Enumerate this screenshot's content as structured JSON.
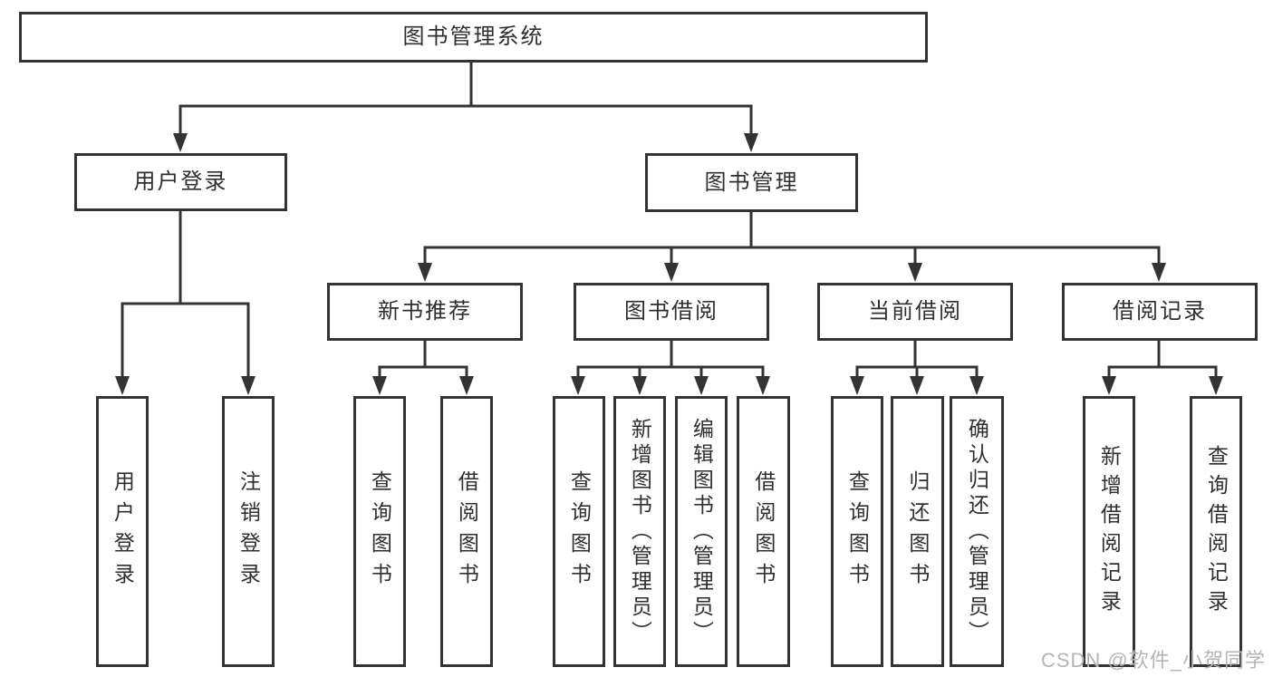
{
  "diagram": {
    "root": {
      "label": "图书管理系统"
    },
    "level1": [
      {
        "label": "用户登录"
      },
      {
        "label": "图书管理"
      }
    ],
    "level2": [
      {
        "label": "新书推荐"
      },
      {
        "label": "图书借阅"
      },
      {
        "label": "当前借阅"
      },
      {
        "label": "借阅记录"
      }
    ],
    "leaves": {
      "user": [
        "用户登录",
        "注销登录"
      ],
      "newbook": [
        "查询图书",
        "借阅图书"
      ],
      "borrow": [
        "查询图书",
        "新增图书（管理员）",
        "编辑图书（管理员）",
        "借阅图书"
      ],
      "current": [
        "查询图书",
        "归还图书",
        "确认归还（管理员）"
      ],
      "records": [
        "新增借阅记录",
        "查询借阅记录"
      ]
    },
    "watermark": "CSDN @软件_小贺同学",
    "colors": {
      "line": "#333333",
      "text": "#2f2f2f",
      "watermark": "#b5b5b5",
      "background": "#ffffff"
    }
  }
}
